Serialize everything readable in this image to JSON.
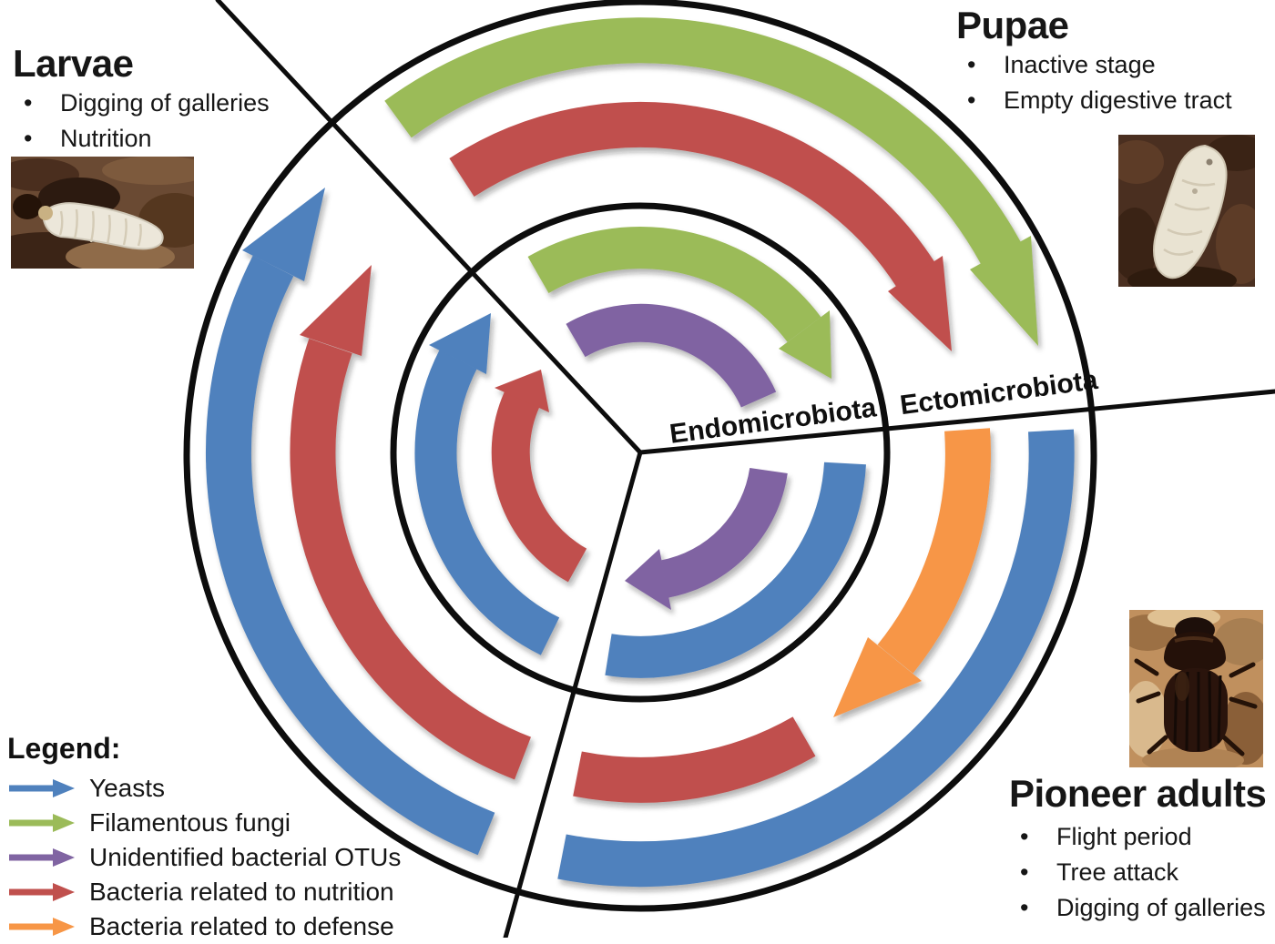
{
  "palette": {
    "blue": "#4F81BD",
    "green": "#9BBB59",
    "purple": "#8064A2",
    "red": "#C0504D",
    "orange": "#F79646",
    "line": "#0d0d0d"
  },
  "diagram": {
    "endo_label": "Endomicrobiota",
    "ecto_label": "Ectomicrobiota"
  },
  "sections": {
    "larvae": {
      "title": "Larvae",
      "bullets": [
        "Digging of galleries",
        "Nutrition"
      ]
    },
    "pupae": {
      "title": "Pupae",
      "bullets": [
        "Inactive stage",
        "Empty digestive tract"
      ]
    },
    "pioneer": {
      "title": "Pioneer adults",
      "bullets": [
        "Flight period",
        "Tree attack",
        "Digging of galleries"
      ]
    }
  },
  "legend": {
    "title": "Legend:",
    "items": [
      {
        "label": "Yeasts",
        "color": "#4F81BD"
      },
      {
        "label": "Filamentous fungi",
        "color": "#9BBB59"
      },
      {
        "label": "Unidentified bacterial OTUs",
        "color": "#8064A2"
      },
      {
        "label": "Bacteria related to nutrition",
        "color": "#C0504D"
      },
      {
        "label": "Bacteria related to defense",
        "color": "#F79646"
      }
    ]
  }
}
